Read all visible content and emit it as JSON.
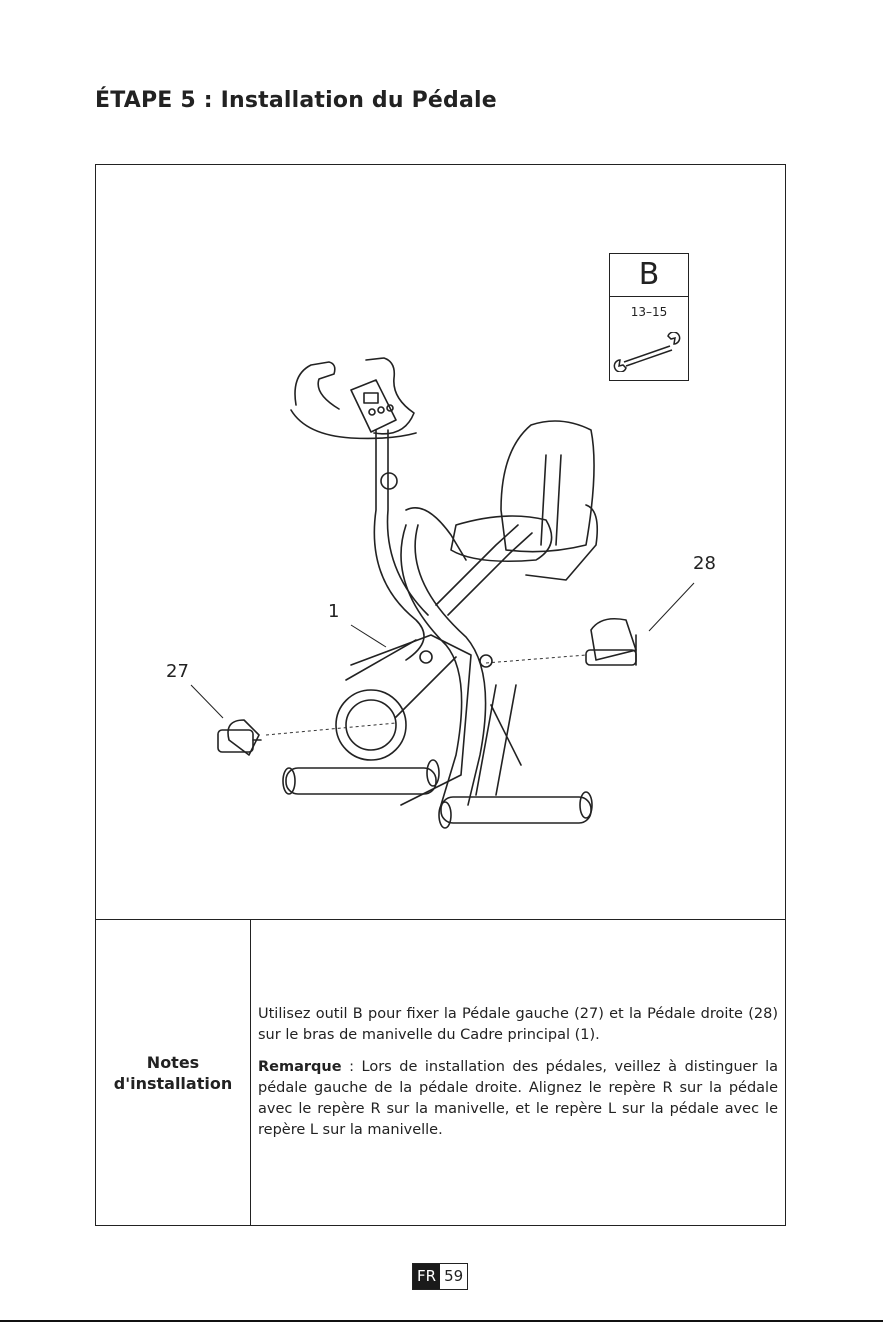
{
  "title": "ÉTAPE 5 : Installation du Pédale",
  "tool": {
    "letter": "B",
    "size": "13–15",
    "icon": "wrench-icon"
  },
  "callouts": {
    "frame": "1",
    "right_pedal": "28",
    "left_pedal": "27"
  },
  "notes": {
    "label_line1": "Notes",
    "label_line2": "d'installation",
    "paragraph1": "Utilisez outil B pour fixer la Pédale gauche (27) et la Pédale droite (28) sur le bras de manivelle du Cadre principal (1).",
    "remark_label": "Remarque",
    "remark_text": " : Lors de installation des pédales, veillez à distinguer la pédale gauche de la pédale droite. Alignez le repère R sur la pédale avec le repère R sur la manivelle, et le repère L sur la pédale avec le repère L sur la manivelle."
  },
  "footer": {
    "lang": "FR",
    "page": "59"
  }
}
